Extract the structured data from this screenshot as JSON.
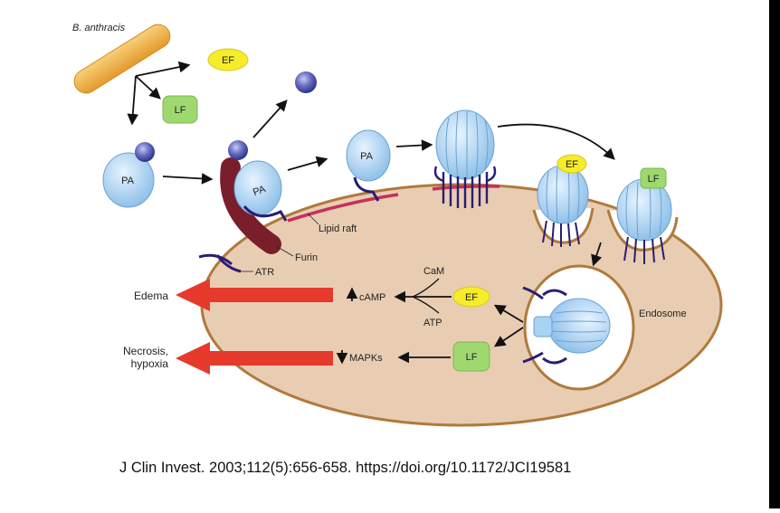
{
  "organism": "B. anthracis",
  "toxins": {
    "ef": "EF",
    "lf": "LF",
    "pa": "PA"
  },
  "labels": {
    "lipid_raft": "Lipid raft",
    "furin": "Furin",
    "atr": "ATR",
    "endosome": "Endosome",
    "camp": "cAMP",
    "cam": "CaM",
    "atp": "ATP",
    "mapks": "MAPKs"
  },
  "outcomes": {
    "edema": "Edema",
    "necrosis_line1": "Necrosis,",
    "necrosis_line2": "hypoxia"
  },
  "citation": "J Clin Invest. 2003;112(5):656-658. https://doi.org/10.1172/JCI19581",
  "colors": {
    "cell_fill": "#e8cdb3",
    "cell_stroke": "#b07a3c",
    "pa_fill": "#a9d3f2",
    "lf_fill": "#9fd86f",
    "ef_fill": "#f6ec2a",
    "receptor": "#2a1d72",
    "furin": "#7a1e2c",
    "raft": "#c6305a",
    "arrow_red": "#e53a2c",
    "bacterium": "#f1b24a",
    "ball": "#5b5fb5"
  }
}
